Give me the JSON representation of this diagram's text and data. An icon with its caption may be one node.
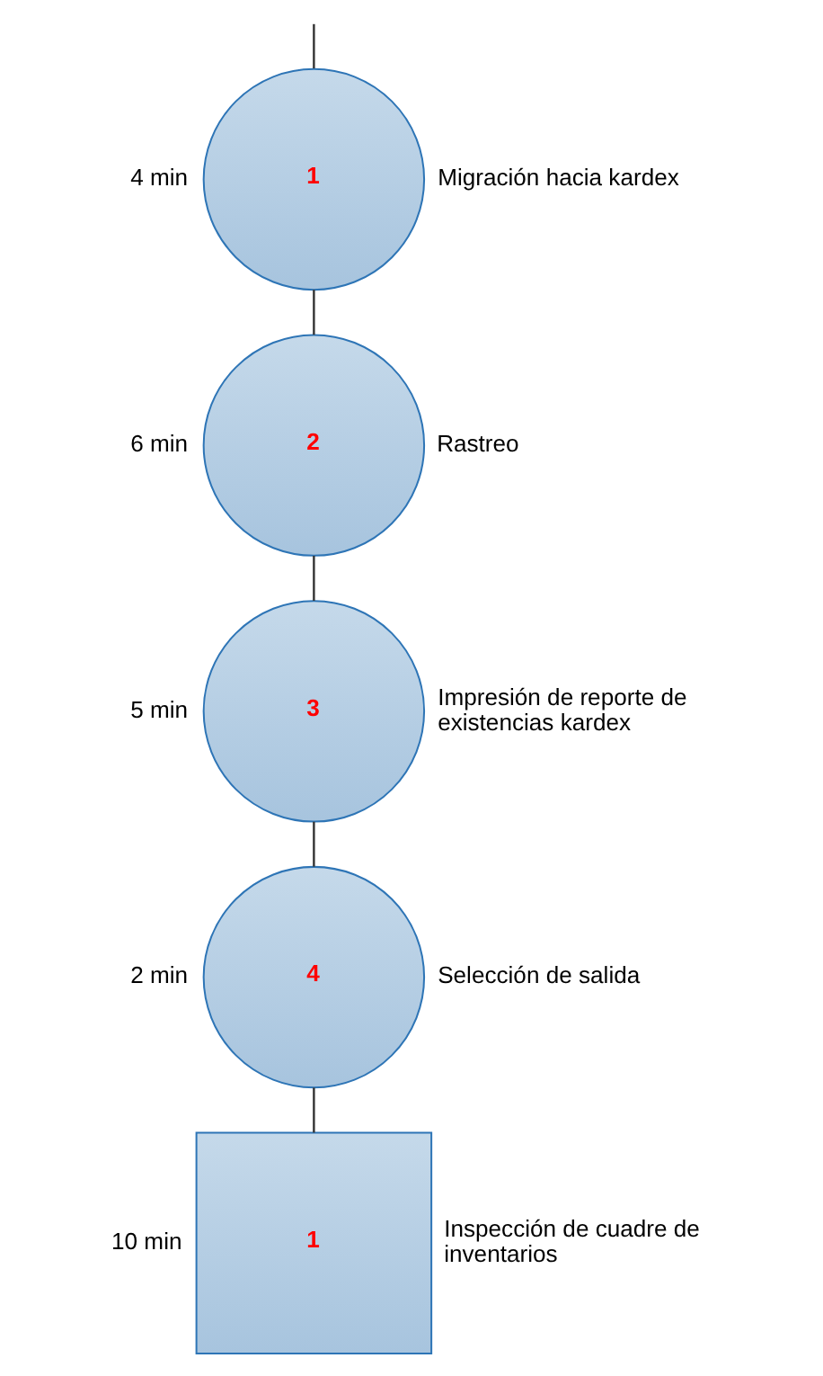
{
  "diagram": {
    "nodes": [
      {
        "text": [
          "1"
        ],
        "beside": [
          "4 min",
          "Migración hacia kardex"
        ]
      },
      {
        "text": [
          "2"
        ],
        "beside": [
          "6 min",
          "Rastreo"
        ]
      },
      {
        "text": [
          "3"
        ],
        "beside": [
          "5 min",
          "Impresión de reporte de existencias kardex"
        ]
      },
      {
        "text": [
          "4"
        ],
        "beside": [
          "2 min",
          "Selección de salida"
        ]
      },
      {
        "text": [
          "1"
        ],
        "beside": [
          "10 min",
          "Inspección de cuadre de inventarios"
        ]
      }
    ],
    "edges": [
      {
        "from": null,
        "to": 0,
        "arrow": "none"
      },
      {
        "from": 0,
        "to": 1,
        "arrow": "none"
      },
      {
        "from": 1,
        "to": 2,
        "arrow": "none"
      },
      {
        "from": 2,
        "to": 3,
        "arrow": "none"
      },
      {
        "from": 3,
        "to": 4,
        "arrow": "none"
      }
    ]
  }
}
